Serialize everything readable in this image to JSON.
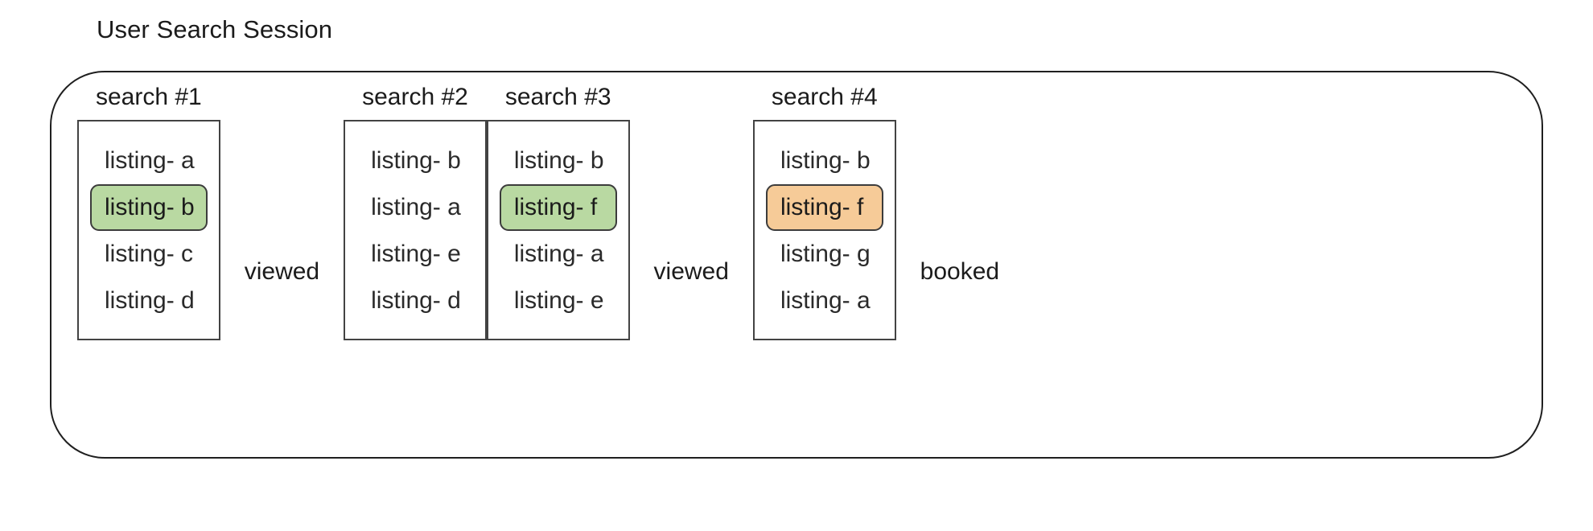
{
  "diagram": {
    "title": "User Search Session",
    "type": "user-search-session-flow",
    "highlight_colors": {
      "viewed_green": "#b9d9a2",
      "booked_orange": "#f6cb98",
      "box_border": "#434343",
      "session_border": "#1f1f1f",
      "text": "#1b1b1b"
    },
    "searches": [
      {
        "label": "search #1",
        "listings": [
          {
            "text": "listing- a",
            "highlight": "none"
          },
          {
            "text": "listing- b",
            "highlight": "green"
          },
          {
            "text": "listing- c",
            "highlight": "none"
          },
          {
            "text": "listing- d",
            "highlight": "none"
          }
        ]
      },
      {
        "label": "search #2",
        "listings": [
          {
            "text": "listing- b",
            "highlight": "none"
          },
          {
            "text": "listing- a",
            "highlight": "none"
          },
          {
            "text": "listing- e",
            "highlight": "none"
          },
          {
            "text": "listing- d",
            "highlight": "none"
          }
        ]
      },
      {
        "label": "search #3",
        "listings": [
          {
            "text": "listing- b",
            "highlight": "none"
          },
          {
            "text": "listing- f",
            "highlight": "green"
          },
          {
            "text": "listing- a",
            "highlight": "none"
          },
          {
            "text": "listing- e",
            "highlight": "none"
          }
        ]
      },
      {
        "label": "search #4",
        "listings": [
          {
            "text": "listing- b",
            "highlight": "none"
          },
          {
            "text": "listing- f",
            "highlight": "orange"
          },
          {
            "text": "listing- g",
            "highlight": "none"
          },
          {
            "text": "listing- a",
            "highlight": "none"
          }
        ]
      }
    ],
    "transitions": [
      {
        "label": "viewed",
        "after_search": "search #1"
      },
      {
        "label": "viewed",
        "after_search": "search #3"
      }
    ],
    "final_action": {
      "label": "booked",
      "after_search": "search #4"
    }
  }
}
